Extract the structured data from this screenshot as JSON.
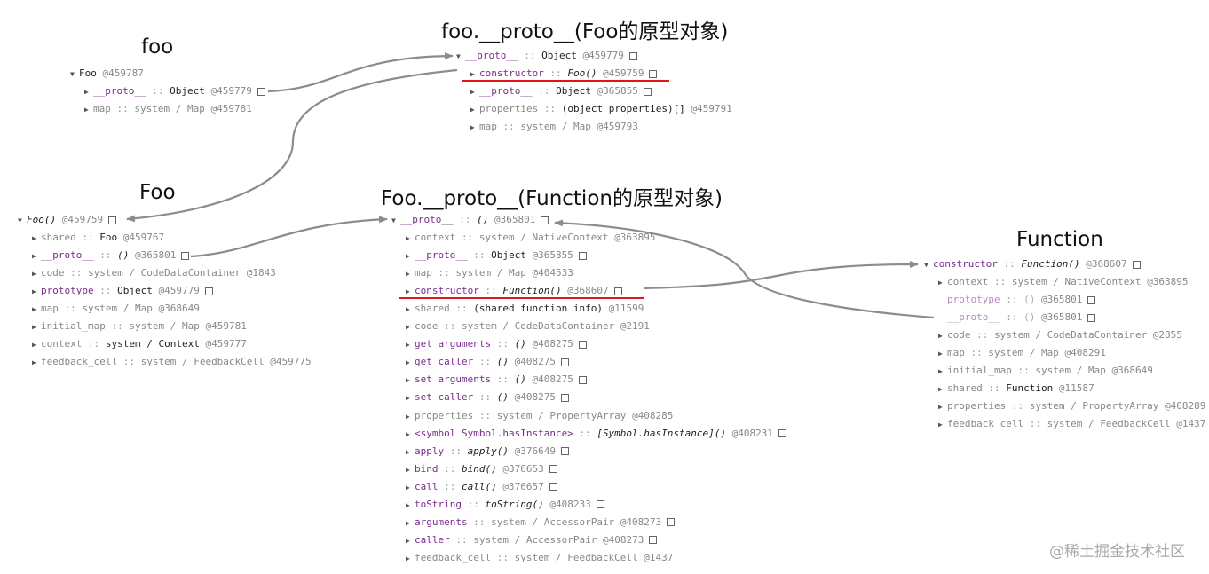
{
  "headings": {
    "foo": "foo",
    "foo_proto": "foo.__proto__(Foo的原型对象)",
    "Foo": "Foo",
    "Foo_proto": "Foo.__proto__(Function的原型对象)",
    "Function": "Function"
  },
  "trees": {
    "foo": [
      {
        "expanded": true,
        "name": "Foo",
        "name_style": "dark",
        "sep": "",
        "value": "",
        "id": "@459787",
        "box": false
      },
      {
        "expanded": false,
        "name": "__proto__",
        "sep": "::",
        "value": "Object",
        "value_style": "dark",
        "id": "@459779",
        "box": true
      },
      {
        "expanded": false,
        "name": "map",
        "name_style": "gray",
        "sep": "::",
        "value": "system / Map",
        "id": "@459781",
        "box": false
      }
    ],
    "foo_proto": [
      {
        "expanded": true,
        "name": "__proto__",
        "sep": "::",
        "value": "Object",
        "value_style": "dark",
        "id": "@459779",
        "box": true
      },
      {
        "expanded": false,
        "name": "constructor",
        "sep": "::",
        "value": "Foo()",
        "value_style": "italic",
        "id": "@459759",
        "box": true
      },
      {
        "expanded": false,
        "name": "__proto__",
        "sep": "::",
        "value": "Object",
        "value_style": "dark",
        "id": "@365855",
        "box": true
      },
      {
        "expanded": false,
        "name": "properties",
        "name_style": "gray",
        "sep": "::",
        "value": "(object properties)[]",
        "value_style": "dark",
        "id": "@459791",
        "box": false
      },
      {
        "expanded": false,
        "name": "map",
        "name_style": "gray",
        "sep": "::",
        "value": "system / Map",
        "id": "@459793",
        "box": false
      }
    ],
    "Foo": [
      {
        "expanded": true,
        "name": "Foo()",
        "name_style": "italic",
        "sep": "",
        "value": "",
        "id": "@459759",
        "box": true
      },
      {
        "expanded": false,
        "name": "shared",
        "name_style": "gray",
        "sep": "::",
        "value": "Foo",
        "value_style": "dark",
        "id": "@459767",
        "box": false
      },
      {
        "expanded": false,
        "name": "__proto__",
        "sep": "::",
        "value": "()",
        "value_style": "italic",
        "id": "@365801",
        "box": true
      },
      {
        "expanded": false,
        "name": "code",
        "name_style": "gray",
        "sep": "::",
        "value": "system / CodeDataContainer",
        "id": "@1843",
        "box": false
      },
      {
        "expanded": false,
        "name": "prototype",
        "sep": "::",
        "value": "Object",
        "value_style": "dark",
        "id": "@459779",
        "box": true
      },
      {
        "expanded": false,
        "name": "map",
        "name_style": "gray",
        "sep": "::",
        "value": "system / Map",
        "id": "@368649",
        "box": false
      },
      {
        "expanded": false,
        "name": "initial_map",
        "name_style": "gray",
        "sep": "::",
        "value": "system / Map",
        "id": "@459781",
        "box": false
      },
      {
        "expanded": false,
        "name": "context",
        "name_style": "gray",
        "sep": "::",
        "value": "system / Context",
        "value_style": "dark",
        "id": "@459777",
        "box": false
      },
      {
        "expanded": false,
        "name": "feedback_cell",
        "name_style": "gray",
        "sep": "::",
        "value": "system / FeedbackCell",
        "id": "@459775",
        "box": false
      }
    ],
    "Foo_proto": [
      {
        "expanded": true,
        "name": "__proto__",
        "sep": "::",
        "value": "()",
        "value_style": "italic",
        "id": "@365801",
        "box": true
      },
      {
        "expanded": false,
        "name": "context",
        "name_style": "gray",
        "sep": "::",
        "value": "system / NativeContext",
        "id": "@363895",
        "box": false
      },
      {
        "expanded": false,
        "name": "__proto__",
        "sep": "::",
        "value": "Object",
        "value_style": "dark",
        "id": "@365855",
        "box": true
      },
      {
        "expanded": false,
        "name": "map",
        "name_style": "gray",
        "sep": "::",
        "value": "system / Map",
        "id": "@404533",
        "box": false
      },
      {
        "expanded": false,
        "name": "constructor",
        "sep": "::",
        "value": "Function()",
        "value_style": "italic",
        "id": "@368607",
        "box": true
      },
      {
        "expanded": false,
        "name": "shared",
        "name_style": "gray",
        "sep": "::",
        "value": "(shared function info)",
        "value_style": "dark",
        "id": "@11599",
        "box": false
      },
      {
        "expanded": false,
        "name": "code",
        "name_style": "gray",
        "sep": "::",
        "value": "system / CodeDataContainer",
        "id": "@2191",
        "box": false
      },
      {
        "expanded": false,
        "name": "get arguments",
        "sep": "::",
        "value": "()",
        "value_style": "italic",
        "id": "@408275",
        "box": true
      },
      {
        "expanded": false,
        "name": "get caller",
        "sep": "::",
        "value": "()",
        "value_style": "italic",
        "id": "@408275",
        "box": true
      },
      {
        "expanded": false,
        "name": "set arguments",
        "sep": "::",
        "value": "()",
        "value_style": "italic",
        "id": "@408275",
        "box": true
      },
      {
        "expanded": false,
        "name": "set caller",
        "sep": "::",
        "value": "()",
        "value_style": "italic",
        "id": "@408275",
        "box": true
      },
      {
        "expanded": false,
        "name": "properties",
        "name_style": "gray",
        "sep": "::",
        "value": "system / PropertyArray",
        "id": "@408285",
        "box": false
      },
      {
        "expanded": false,
        "name": "<symbol Symbol.hasInstance>",
        "sep": "::",
        "value": "[Symbol.hasInstance]()",
        "value_style": "italic",
        "id": "@408231",
        "box": true
      },
      {
        "expanded": false,
        "name": "apply",
        "sep": "::",
        "value": "apply()",
        "value_style": "italic",
        "id": "@376649",
        "box": true
      },
      {
        "expanded": false,
        "name": "bind",
        "sep": "::",
        "value": "bind()",
        "value_style": "italic",
        "id": "@376653",
        "box": true
      },
      {
        "expanded": false,
        "name": "call",
        "sep": "::",
        "value": "call()",
        "value_style": "italic",
        "id": "@376657",
        "box": true
      },
      {
        "expanded": false,
        "name": "toString",
        "sep": "::",
        "value": "toString()",
        "value_style": "italic",
        "id": "@408233",
        "box": true
      },
      {
        "expanded": false,
        "name": "arguments",
        "sep": "::",
        "value": "system / AccessorPair",
        "id": "@408273",
        "box": true
      },
      {
        "expanded": false,
        "name": "caller",
        "sep": "::",
        "value": "system / AccessorPair",
        "id": "@408273",
        "box": true
      },
      {
        "expanded": false,
        "name": "feedback_cell",
        "name_style": "gray",
        "sep": "::",
        "value": "system / FeedbackCell",
        "id": "@1437",
        "box": false
      }
    ],
    "Function": [
      {
        "expanded": true,
        "name": "constructor",
        "sep": "::",
        "value": "Function()",
        "value_style": "italic",
        "id": "@368607",
        "box": true
      },
      {
        "expanded": false,
        "name": "context",
        "name_style": "gray",
        "sep": "::",
        "value": "system / NativeContext",
        "id": "@363895",
        "box": false
      },
      {
        "expanded": null,
        "name": "prototype",
        "name_style": "pale",
        "sep": "::",
        "value": "()",
        "value_style": "faint",
        "id": "@365801",
        "box": true
      },
      {
        "expanded": null,
        "name": "__proto__",
        "name_style": "pale",
        "sep": "::",
        "value": "()",
        "value_style": "faint",
        "id": "@365801",
        "box": true
      },
      {
        "expanded": false,
        "name": "code",
        "name_style": "gray",
        "sep": "::",
        "value": "system / CodeDataContainer",
        "id": "@2855",
        "box": false
      },
      {
        "expanded": false,
        "name": "map",
        "name_style": "gray",
        "sep": "::",
        "value": "system / Map",
        "id": "@408291",
        "box": false
      },
      {
        "expanded": false,
        "name": "initial_map",
        "name_style": "gray",
        "sep": "::",
        "value": "system / Map",
        "id": "@368649",
        "box": false
      },
      {
        "expanded": false,
        "name": "shared",
        "name_style": "gray",
        "sep": "::",
        "value": "Function",
        "value_style": "dark",
        "id": "@11587",
        "box": false
      },
      {
        "expanded": false,
        "name": "properties",
        "name_style": "gray",
        "sep": "::",
        "value": "system / PropertyArray",
        "id": "@408289",
        "box": false
      },
      {
        "expanded": false,
        "name": "feedback_cell",
        "name_style": "gray",
        "sep": "::",
        "value": "system / FeedbackCell",
        "id": "@1437",
        "box": false
      }
    ]
  },
  "colors": {
    "highlight_underline": "#e0151b",
    "arrow": "#8c8c8c",
    "key_name": "#7a2d8a"
  },
  "watermark": "@稀土掘金技术社区"
}
